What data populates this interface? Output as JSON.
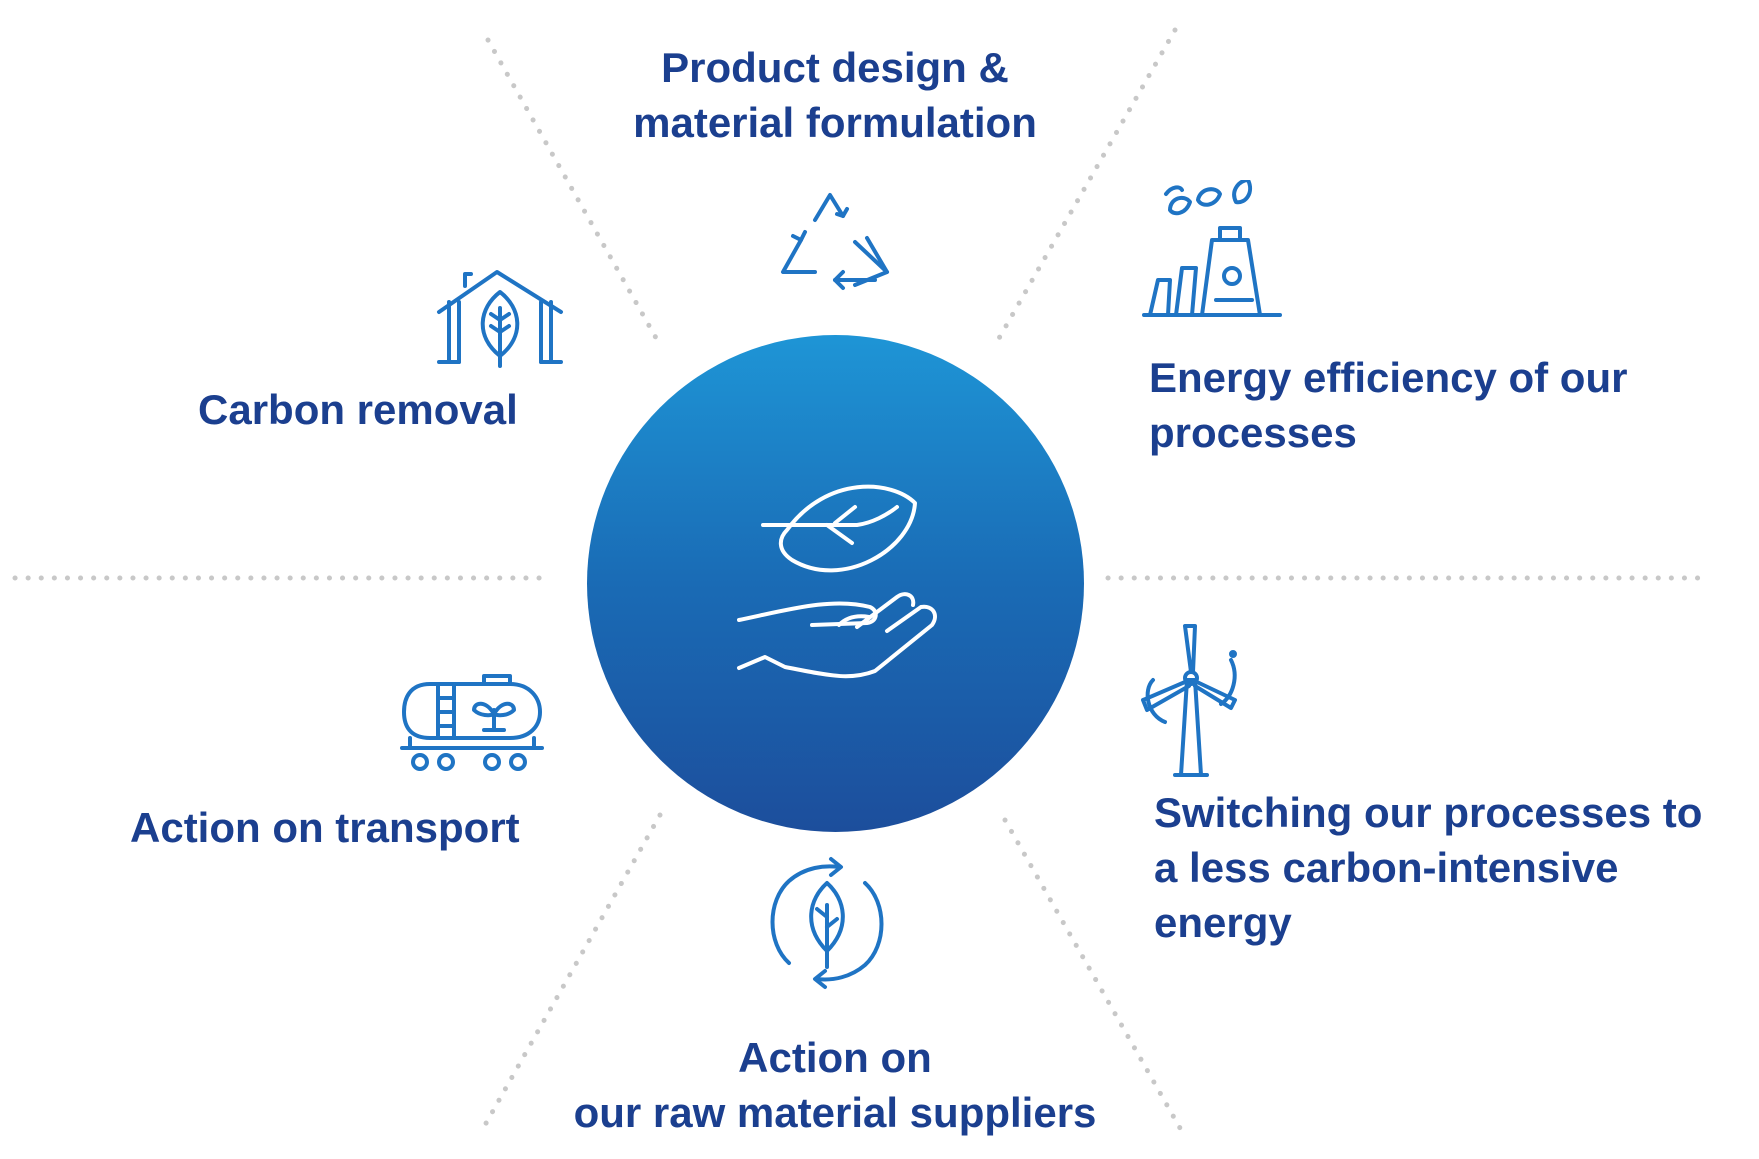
{
  "diagram": {
    "center_icon": "leaf-in-hand-icon",
    "colors": {
      "label": "#1b3f8f",
      "icon_blue": "#1f74c4",
      "hub_top": "#1e95d6",
      "hub_bottom": "#1c4e9c",
      "divider": "#c8c8c8"
    },
    "levers": [
      {
        "id": "product-design",
        "icon": "recycle-icon",
        "lines": [
          "Product design &",
          "material formulation"
        ]
      },
      {
        "id": "energy-efficiency",
        "icon": "factory-leaves-icon",
        "lines": [
          "Energy efficiency of our",
          "processes"
        ]
      },
      {
        "id": "switching-energy",
        "icon": "wind-turbine-icon",
        "lines": [
          "Switching our processes to",
          "a less carbon-intensive",
          "energy"
        ]
      },
      {
        "id": "raw-material",
        "icon": "circular-leaf-icon",
        "lines": [
          "Action on",
          "our raw material suppliers"
        ]
      },
      {
        "id": "transport",
        "icon": "tank-wagon-icon",
        "lines": [
          "Action on transport"
        ]
      },
      {
        "id": "carbon-removal",
        "icon": "house-leaf-icon",
        "lines": [
          "Carbon removal"
        ]
      }
    ]
  }
}
